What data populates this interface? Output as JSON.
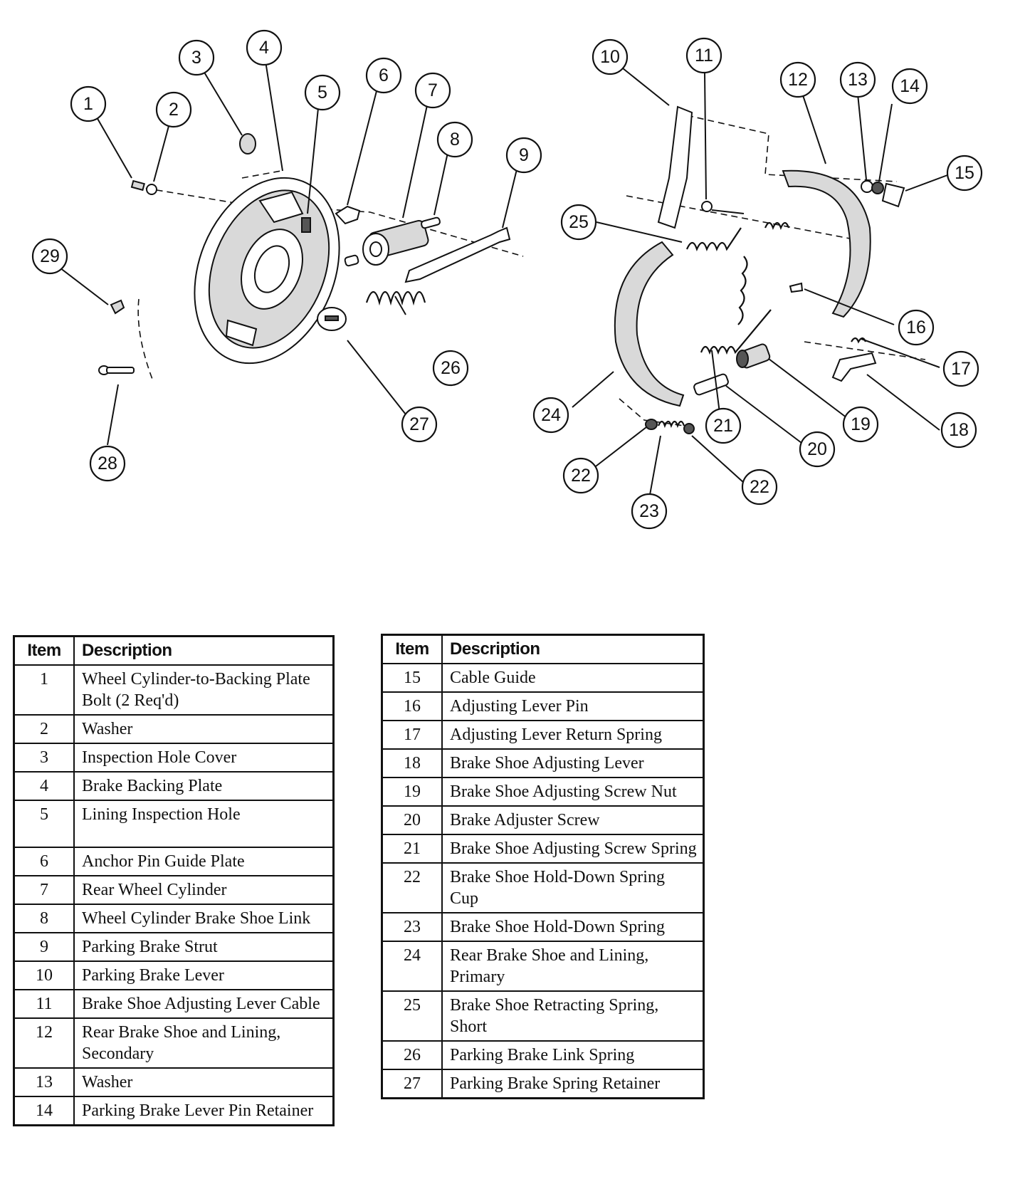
{
  "callouts": {
    "c1": "1",
    "c2": "2",
    "c3": "3",
    "c4": "4",
    "c5": "5",
    "c6": "6",
    "c7": "7",
    "c8": "8",
    "c9": "9",
    "c10": "10",
    "c11": "11",
    "c12": "12",
    "c13": "13",
    "c14": "14",
    "c15": "15",
    "c16": "16",
    "c17": "17",
    "c18": "18",
    "c19": "19",
    "c20": "20",
    "c21": "21",
    "c22a": "22",
    "c22b": "22",
    "c23": "23",
    "c24": "24",
    "c25": "25",
    "c26": "26",
    "c27": "27",
    "c28": "28",
    "c29": "29"
  },
  "table_left": {
    "header_item": "Item",
    "header_desc": "Description",
    "rows": [
      {
        "item": "1",
        "desc": "Wheel Cylinder-to-Backing Plate Bolt (2 Req'd)"
      },
      {
        "item": "2",
        "desc": "Washer"
      },
      {
        "item": "3",
        "desc": "Inspection Hole Cover"
      },
      {
        "item": "4",
        "desc": "Brake Backing Plate"
      },
      {
        "item": "5",
        "desc": "Lining Inspection Hole"
      },
      {
        "item": "6",
        "desc": "Anchor Pin Guide Plate"
      },
      {
        "item": "7",
        "desc": "Rear Wheel Cylinder"
      },
      {
        "item": "8",
        "desc": "Wheel Cylinder Brake Shoe Link"
      },
      {
        "item": "9",
        "desc": "Parking Brake Strut"
      },
      {
        "item": "10",
        "desc": "Parking Brake Lever"
      },
      {
        "item": "11",
        "desc": "Brake Shoe Adjusting Lever Cable"
      },
      {
        "item": "12",
        "desc": "Rear Brake Shoe and Lining, Secondary"
      },
      {
        "item": "13",
        "desc": "Washer"
      },
      {
        "item": "14",
        "desc": "Parking Brake Lever Pin Retainer"
      }
    ]
  },
  "table_right": {
    "header_item": "Item",
    "header_desc": "Description",
    "rows": [
      {
        "item": "15",
        "desc": "Cable Guide"
      },
      {
        "item": "16",
        "desc": "Adjusting Lever Pin"
      },
      {
        "item": "17",
        "desc": "Adjusting Lever Return Spring"
      },
      {
        "item": "18",
        "desc": "Brake Shoe Adjusting Lever"
      },
      {
        "item": "19",
        "desc": "Brake Shoe Adjusting Screw Nut"
      },
      {
        "item": "20",
        "desc": "Brake Adjuster Screw"
      },
      {
        "item": "21",
        "desc": "Brake Shoe Adjusting Screw Spring"
      },
      {
        "item": "22",
        "desc": "Brake Shoe Hold-Down Spring Cup"
      },
      {
        "item": "23",
        "desc": "Brake Shoe Hold-Down Spring"
      },
      {
        "item": "24",
        "desc": "Rear Brake Shoe and Lining, Primary"
      },
      {
        "item": "25",
        "desc": "Brake Shoe Retracting Spring, Short"
      },
      {
        "item": "26",
        "desc": "Parking Brake Link Spring"
      },
      {
        "item": "27",
        "desc": "Parking Brake Spring Retainer"
      }
    ]
  }
}
